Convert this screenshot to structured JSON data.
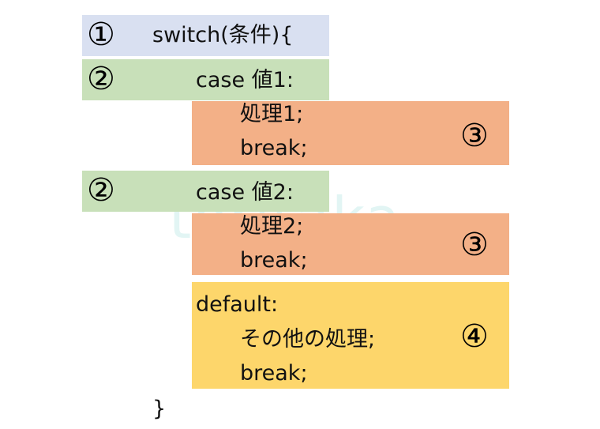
{
  "watermark": "toritaka",
  "labels": {
    "n1": "①",
    "n2": "②",
    "n3": "③",
    "n4": "④"
  },
  "code": {
    "switch_line": "switch(条件){",
    "case1": "case 値1:",
    "proc1": "処理1;",
    "break1": "break;",
    "case2": "case 値2:",
    "proc2": "処理2;",
    "break2": "break;",
    "default": "default:",
    "other": "その他の処理;",
    "break3": "break;",
    "close": "}"
  },
  "colors": {
    "switch_bg": "#d9e0f1",
    "case_bg": "#c8e0b9",
    "process_bg": "#f3b087",
    "default_bg": "#fdd66b"
  }
}
